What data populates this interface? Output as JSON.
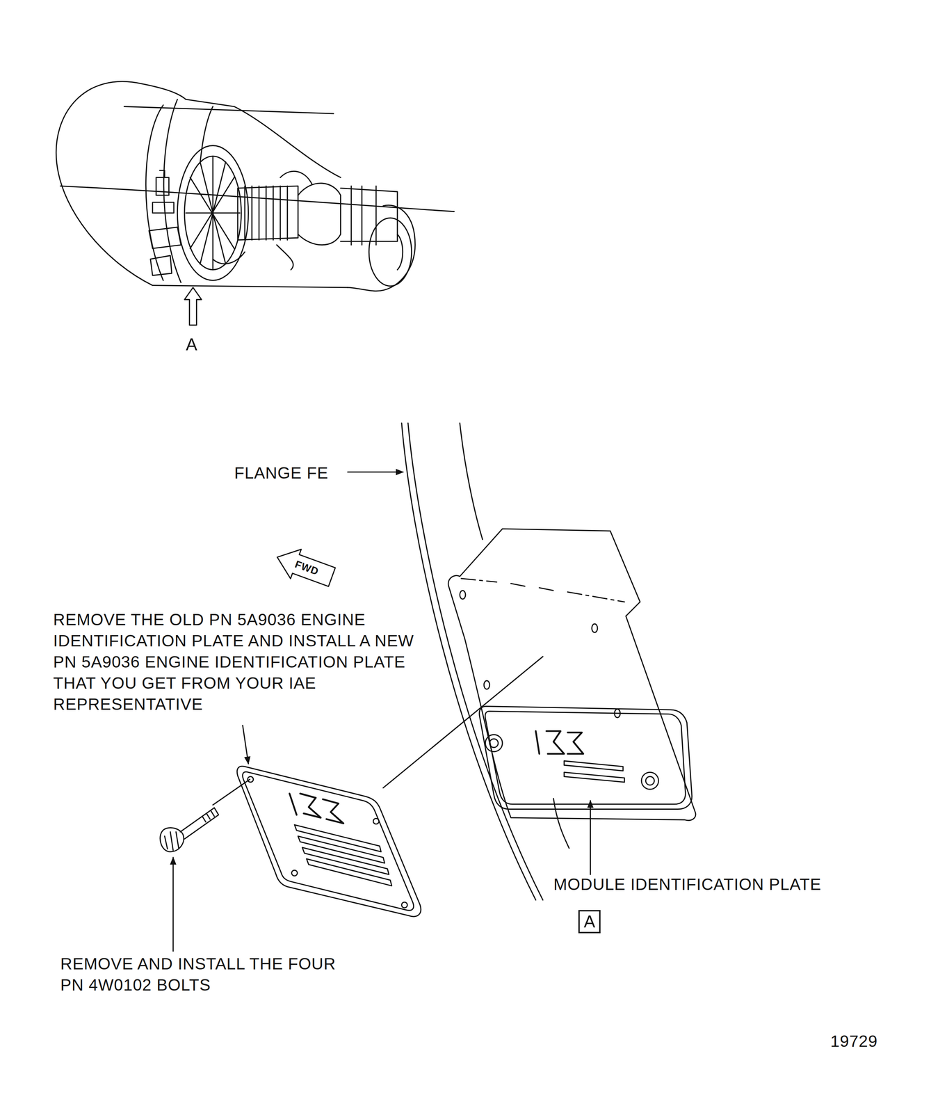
{
  "diagram": {
    "nodes": [
      {
        "text": [
          "A"
        ]
      }
    ],
    "labels": [
      "A",
      "FLANGE FE",
      "FWD",
      "REMOVE THE OLD PN 5A9036 ENGINE IDENTIFICATION PLATE AND INSTALL A NEW PN 5A9036 ENGINE IDENTIFICATION PLATE THAT YOU GET FROM YOUR IAE REPRESENTATIVE",
      "MODULE IDENTIFICATION PLATE",
      "REMOVE AND INSTALL THE FOUR PN 4W0102 BOLTS",
      "19729"
    ]
  }
}
